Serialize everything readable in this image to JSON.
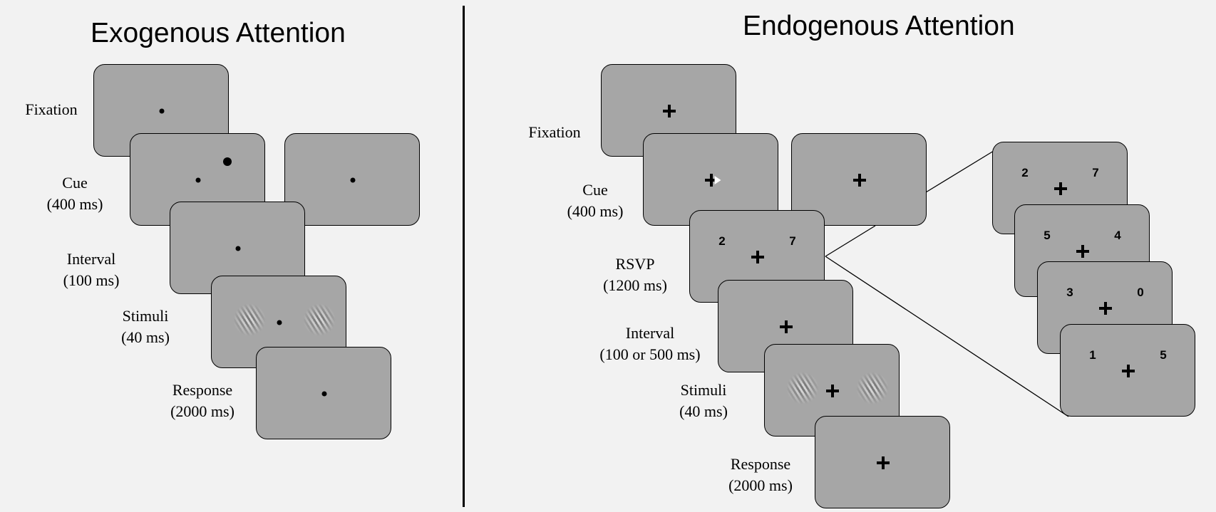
{
  "exogenous": {
    "title": "Exogenous Attention",
    "labels": {
      "fixation": "Fixation",
      "cue": [
        "Cue",
        "(400 ms)"
      ],
      "interval": [
        "Interval",
        "(100 ms)"
      ],
      "stimuli": [
        "Stimuli",
        "(40 ms)"
      ],
      "response": [
        "Response",
        "(2000 ms)"
      ]
    }
  },
  "endogenous": {
    "title": "Endogenous Attention",
    "labels": {
      "fixation": "Fixation",
      "cue": [
        "Cue",
        "(400 ms)"
      ],
      "rsvp": [
        "RSVP",
        "(1200 ms)"
      ],
      "interval": [
        "Interval",
        "(100 or 500 ms)"
      ],
      "stimuli": [
        "Stimuli",
        "(40 ms)"
      ],
      "response": [
        "Response",
        "(2000 ms)"
      ]
    },
    "rsvp_frame": {
      "left": "2",
      "right": "7"
    },
    "rsvp_sequence": [
      {
        "left": "2",
        "right": "7"
      },
      {
        "left": "5",
        "right": "4"
      },
      {
        "left": "3",
        "right": "0"
      },
      {
        "left": "1",
        "right": "5"
      }
    ]
  }
}
